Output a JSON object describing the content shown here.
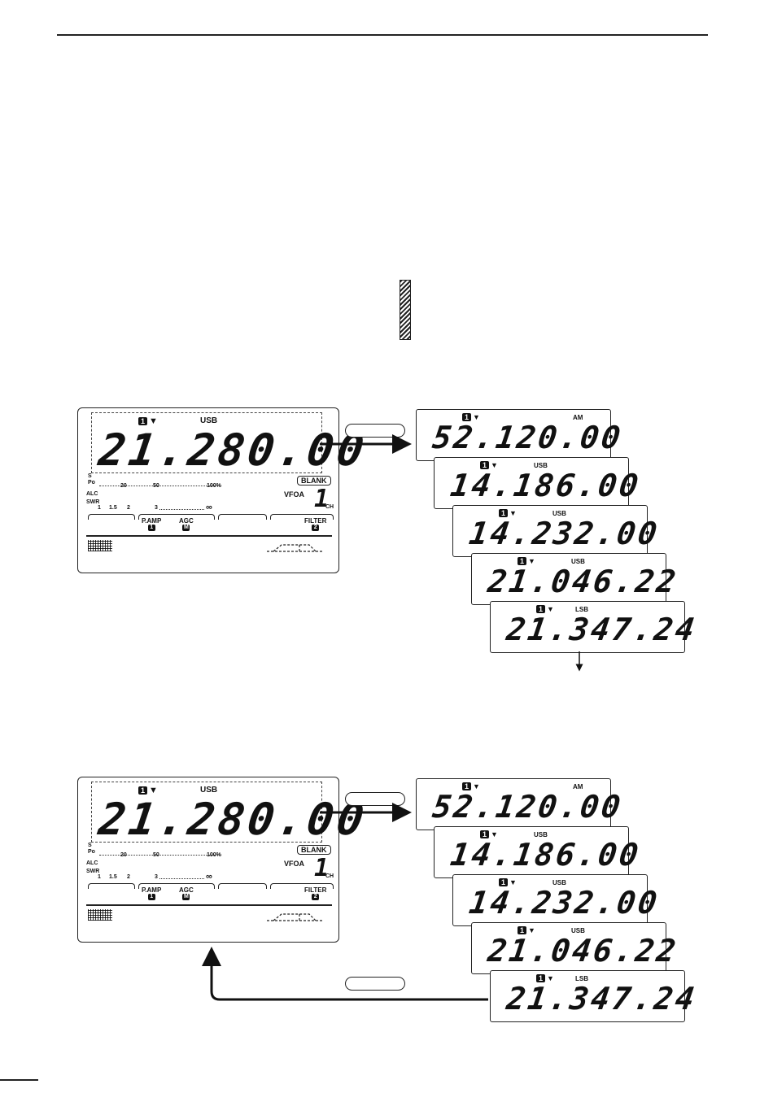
{
  "display": {
    "vfo_icon": "1",
    "antenna_icon": "antenna-icon",
    "mode": "USB",
    "frequency": "21.280.00",
    "meter": {
      "s_label": "S",
      "po_label": "Po",
      "po_scale": [
        "20",
        "50",
        "100%"
      ],
      "alc_label": "ALC",
      "swr_label": "SWR",
      "swr_scale": [
        "1",
        "1.5",
        "2",
        "3",
        "∞"
      ]
    },
    "blank_label": "BLANK",
    "vfo_label": "VFOA",
    "channel": "1",
    "ch_label": "CH",
    "functions": [
      {
        "label": "P.AMP",
        "badge": "1"
      },
      {
        "label": "AGC",
        "badge": "M"
      },
      {
        "label": "FILTER",
        "badge": "2"
      }
    ]
  },
  "memories": [
    {
      "mode": "AM",
      "frequency": "52.120.00"
    },
    {
      "mode": "USB",
      "frequency": "14.186.00"
    },
    {
      "mode": "USB",
      "frequency": "14.232.00"
    },
    {
      "mode": "USB",
      "frequency": "21.046.22"
    },
    {
      "mode": "LSB",
      "frequency": "21.347.24"
    }
  ]
}
